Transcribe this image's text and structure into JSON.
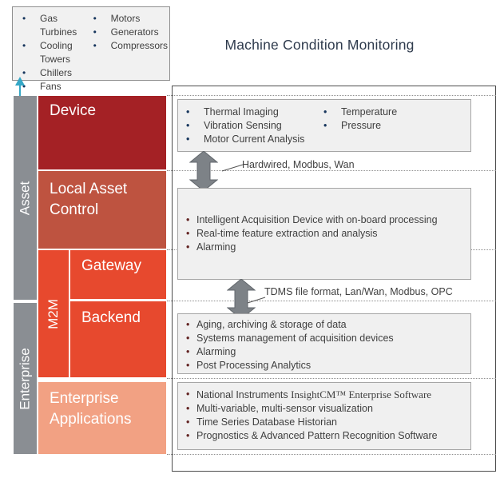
{
  "title": "Machine Condition Monitoring",
  "asset_types": {
    "col1": [
      "Gas Turbines",
      "Cooling Towers",
      "Chillers",
      "Fans"
    ],
    "col2": [
      "Motors",
      "Generators",
      "Compressors"
    ]
  },
  "layers": {
    "asset": "Asset",
    "enterprise": "Enterprise",
    "device": "Device",
    "local_asset_control": "Local Asset Control",
    "m2m": "M2M",
    "gateway": "Gateway",
    "backend": "Backend",
    "enterprise_applications": "Enterprise Applications"
  },
  "device_panel": {
    "col1": [
      "Thermal Imaging",
      "Vibration Sensing",
      "Motor Current Analysis"
    ],
    "col2": [
      "Temperature",
      "Pressure"
    ]
  },
  "acquisition_panel": {
    "items": [
      "Intelligent Acquisition Device with on-board processing",
      "Real-time feature extraction and analysis",
      "Alarming"
    ]
  },
  "backend_panel": {
    "items": [
      "Aging, archiving & storage of data",
      "Systems management of acquisition devices",
      "Alarming",
      "Post Processing Analytics"
    ]
  },
  "enterprise_panel": {
    "item1_sans": "National Instruments ",
    "item1_serif": "InsightCM™ Enterprise Software",
    "items": [
      "Multi-variable, multi-sensor visualization",
      "Time Series Database Historian",
      "Prognostics & Advanced Pattern Recognition Software"
    ]
  },
  "connectors": {
    "device_link": "Hardwired, Modbus, Wan",
    "backend_link": "TDMS file format, Lan/Wan, Modbus, OPC"
  },
  "colors": {
    "device_block": "#A42125",
    "local_asset_control_block": "#BE5340",
    "m2m_block": "#E7492E",
    "enterprise_apps_block": "#F2A183",
    "layer_bar": "#8A8E93",
    "panel_fill": "#F0F0F0",
    "panel_border": "#A6A6A6",
    "teal_arrow": "#35A7C6",
    "connector_arrow": "#7D8287",
    "title_text": "#2F3B4D"
  }
}
